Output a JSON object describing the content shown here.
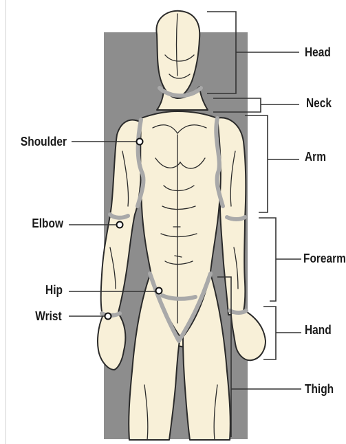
{
  "labels": {
    "head": "Head",
    "neck": "Neck",
    "arm": "Arm",
    "forearm": "Forearm",
    "hand": "Hand",
    "thigh": "Thigh",
    "shoulder": "Shoulder",
    "elbow": "Elbow",
    "hip": "Hip",
    "wrist": "Wrist"
  },
  "colors": {
    "background_panel": "#8d8d8d",
    "skin": "#f8f0d8",
    "joint_outline": "#a9a9a9",
    "ink": "#2a2a2a"
  }
}
